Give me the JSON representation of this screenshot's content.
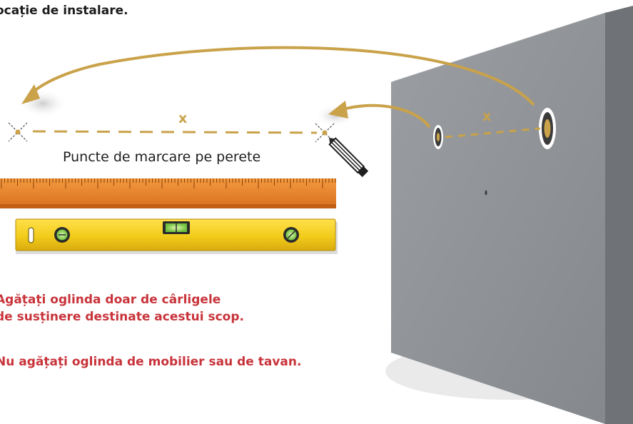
{
  "intro_text": "ocație de instalare.",
  "marking_label": "Puncte de marcare pe perete",
  "distance_label_left": "x",
  "distance_label_right": "x",
  "warnings": [
    "Agățați oglinda doar de cârligele",
    "de susținere destinate acestui scop.",
    "Nu agățați oglinda de mobilier sau de tavan."
  ],
  "colors": {
    "accent_gold": "#c9a24a",
    "warning_red": "#c8333a",
    "wall_gray": "#8f9296",
    "ruler_orange": "#e9802c",
    "level_yellow": "#f2cc1b"
  },
  "icons": [
    "pencil-icon",
    "ruler-icon",
    "spirit-level-icon",
    "cross-mark-icon",
    "hook-icon"
  ]
}
